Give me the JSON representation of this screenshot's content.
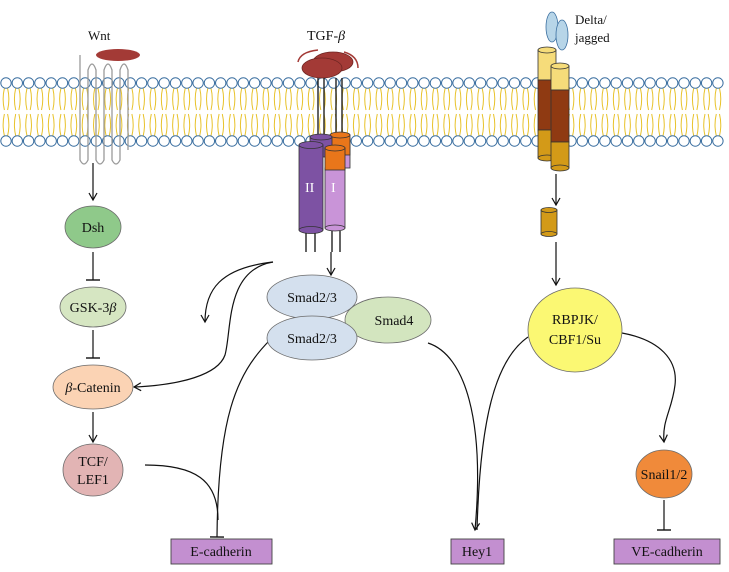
{
  "ligands": {
    "wnt": "Wnt",
    "tgf_prefix": "TGF-",
    "tgf_beta": "β",
    "delta_line1": "Delta/",
    "delta_line2": "jagged"
  },
  "receptor": {
    "type_ii": "II",
    "type_i": "I"
  },
  "nodes": {
    "dsh": "Dsh",
    "gsk_prefix": "GSK-3",
    "gsk_beta": "β",
    "catenin_beta": "β",
    "catenin_suffix": "-Catenin",
    "tcf_line1": "TCF/",
    "tcf_line2": "LEF1",
    "smad23_top": "Smad2/3",
    "smad23_bottom": "Smad2/3",
    "smad4": "Smad4",
    "rbpjk_line1": "RBPJK/",
    "rbpjk_line2": "CBF1/Su",
    "snail": "Snail1/2"
  },
  "targets": {
    "ecadherin": "E-cadherin",
    "hey1": "Hey1",
    "vecadherin": "VE-cadherin"
  },
  "colors": {
    "membrane_head": "#ffffff",
    "membrane_head_stroke": "#3b6fa0",
    "membrane_tail": "#e8c22a",
    "ligand_red": "#a33a36",
    "dsh": "#8fc98a",
    "gsk": "#d6e6c2",
    "catenin": "#fbd3b4",
    "tcf": "#e2b4b4",
    "smad23": "#d4e0ee",
    "smad4": "#d3e5bf",
    "rbpjk": "#fbf873",
    "snail": "#f08a3a",
    "target_box": "#c38fd0",
    "receptor_purple": "#7d52a3",
    "receptor_pink": "#c994d8",
    "receptor_orange": "#e9761a",
    "notch_dark": "#8f3a12",
    "notch_gold": "#d39a18",
    "notch_light": "#f6dc7a",
    "delta_blue": "#b7d5e8"
  }
}
